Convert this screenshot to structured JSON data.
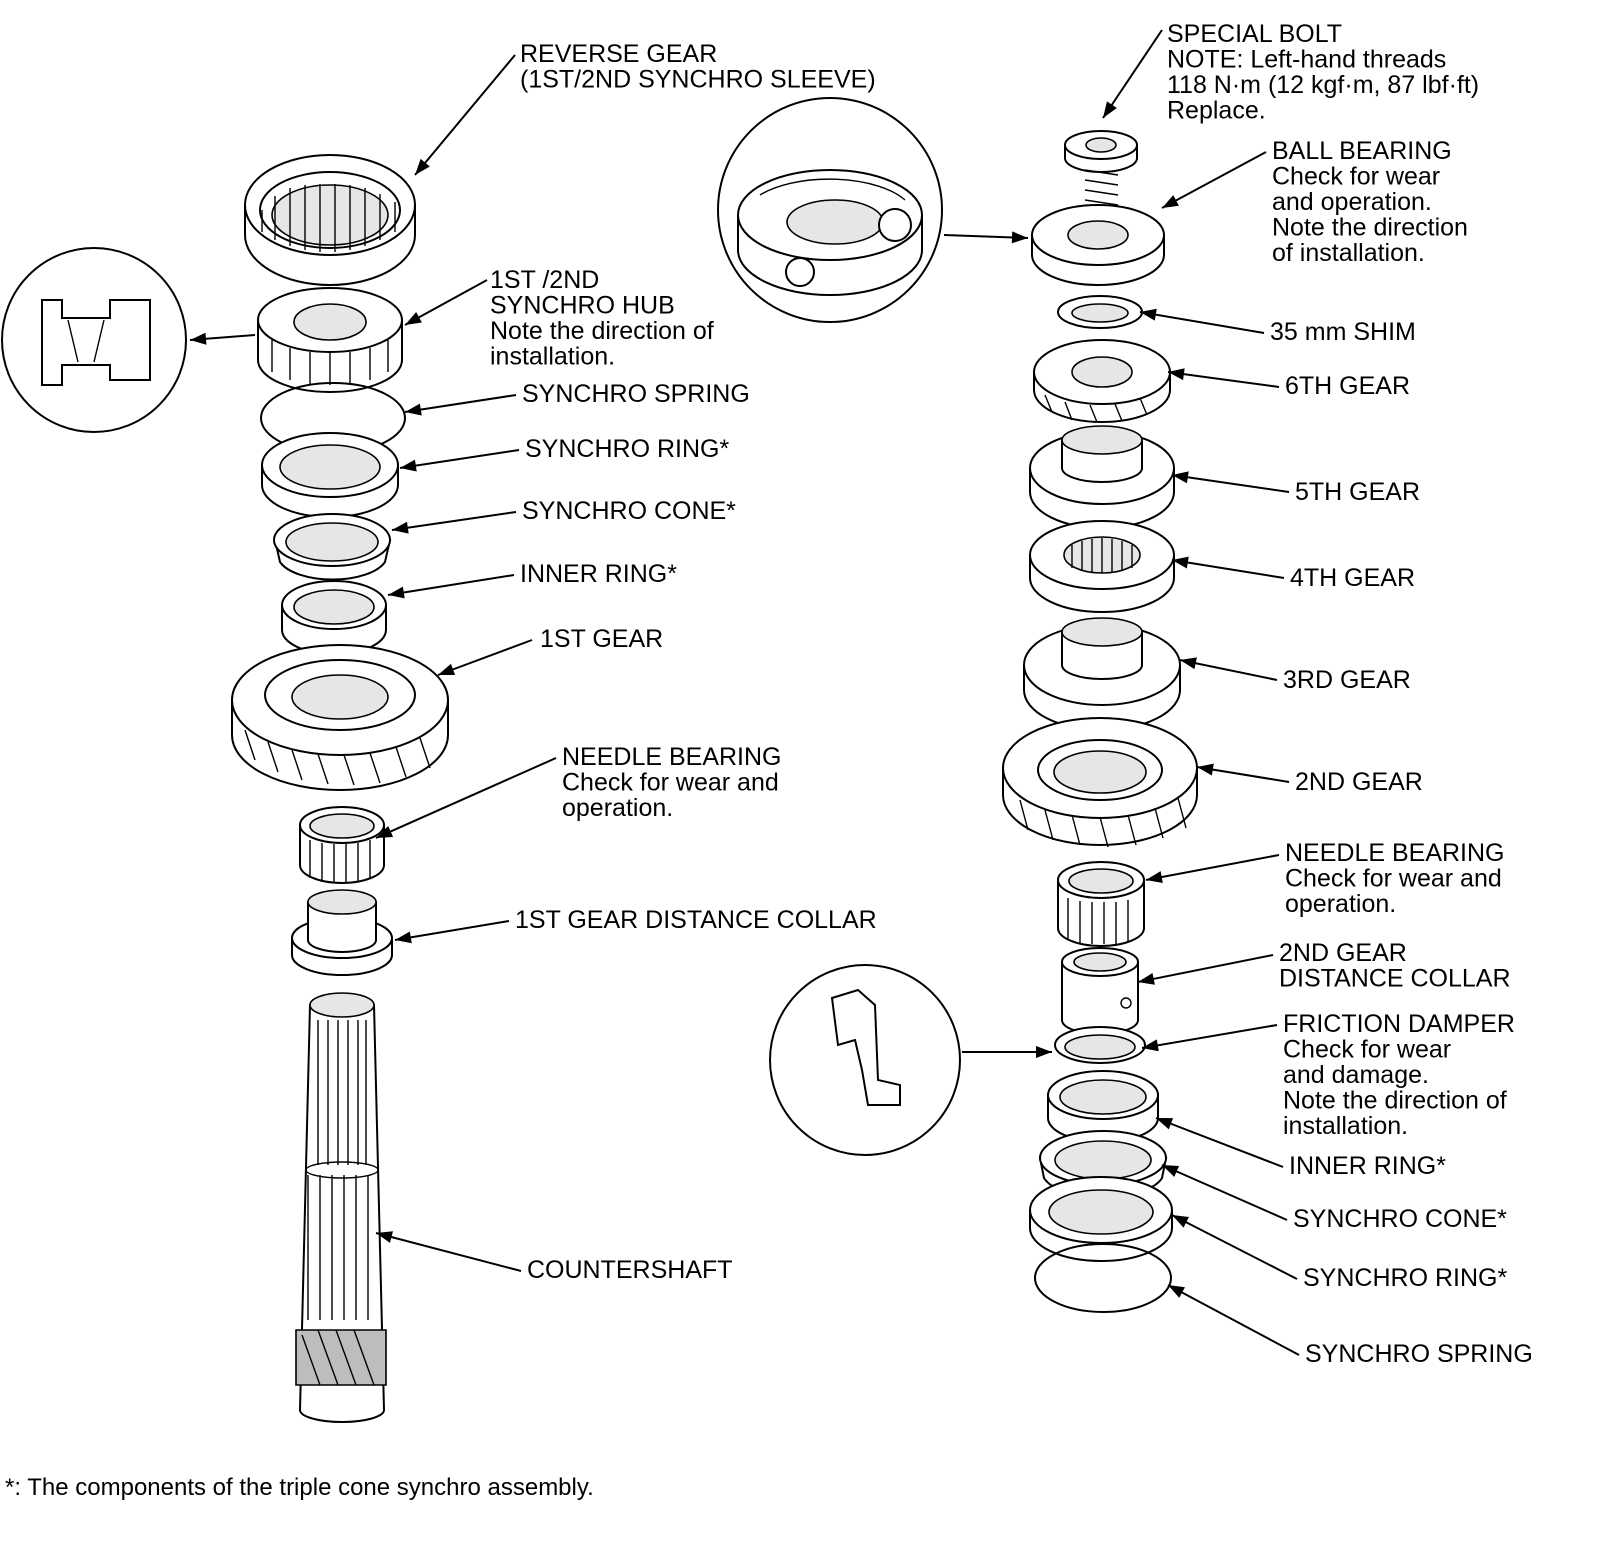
{
  "left_labels": {
    "reverse_gear": [
      "REVERSE GEAR",
      "(1ST/2ND SYNCHRO SLEEVE)"
    ],
    "synchro_hub": [
      "1ST /2ND",
      "SYNCHRO HUB",
      "Note the direction of",
      "installation."
    ],
    "synchro_spring": [
      "SYNCHRO SPRING"
    ],
    "synchro_ring": [
      "SYNCHRO RING*"
    ],
    "synchro_cone": [
      "SYNCHRO CONE*"
    ],
    "inner_ring": [
      "INNER RING*"
    ],
    "first_gear": [
      "1ST GEAR"
    ],
    "needle_bearing": [
      "NEEDLE BEARING",
      "Check for wear and",
      "operation."
    ],
    "distance_collar": [
      "1ST GEAR DISTANCE COLLAR"
    ],
    "countershaft": [
      "COUNTERSHAFT"
    ]
  },
  "right_labels": {
    "special_bolt": [
      "SPECIAL BOLT",
      "NOTE: Left-hand threads",
      "118 N·m (12 kgf·m, 87 lbf·ft)",
      "Replace."
    ],
    "ball_bearing": [
      "BALL BEARING",
      "Check for wear",
      "and operation.",
      "Note the direction",
      "of installation."
    ],
    "shim": [
      "35 mm SHIM"
    ],
    "gear6": [
      "6TH GEAR"
    ],
    "gear5": [
      "5TH GEAR"
    ],
    "gear4": [
      "4TH GEAR"
    ],
    "gear3": [
      "3RD GEAR"
    ],
    "gear2": [
      "2ND GEAR"
    ],
    "needle_bearing": [
      "NEEDLE BEARING",
      "Check for wear and",
      "operation."
    ],
    "distance_collar": [
      "2ND GEAR",
      "DISTANCE COLLAR"
    ],
    "friction_damper": [
      "FRICTION DAMPER",
      "Check for wear",
      "and damage.",
      "Note the direction of",
      "installation."
    ],
    "inner_ring": [
      "INNER RING*"
    ],
    "synchro_cone": [
      "SYNCHRO CONE*"
    ],
    "synchro_ring": [
      "SYNCHRO RING*"
    ],
    "synchro_spring": [
      "SYNCHRO SPRING"
    ]
  },
  "footnote": "*: The components of the triple cone synchro assembly."
}
